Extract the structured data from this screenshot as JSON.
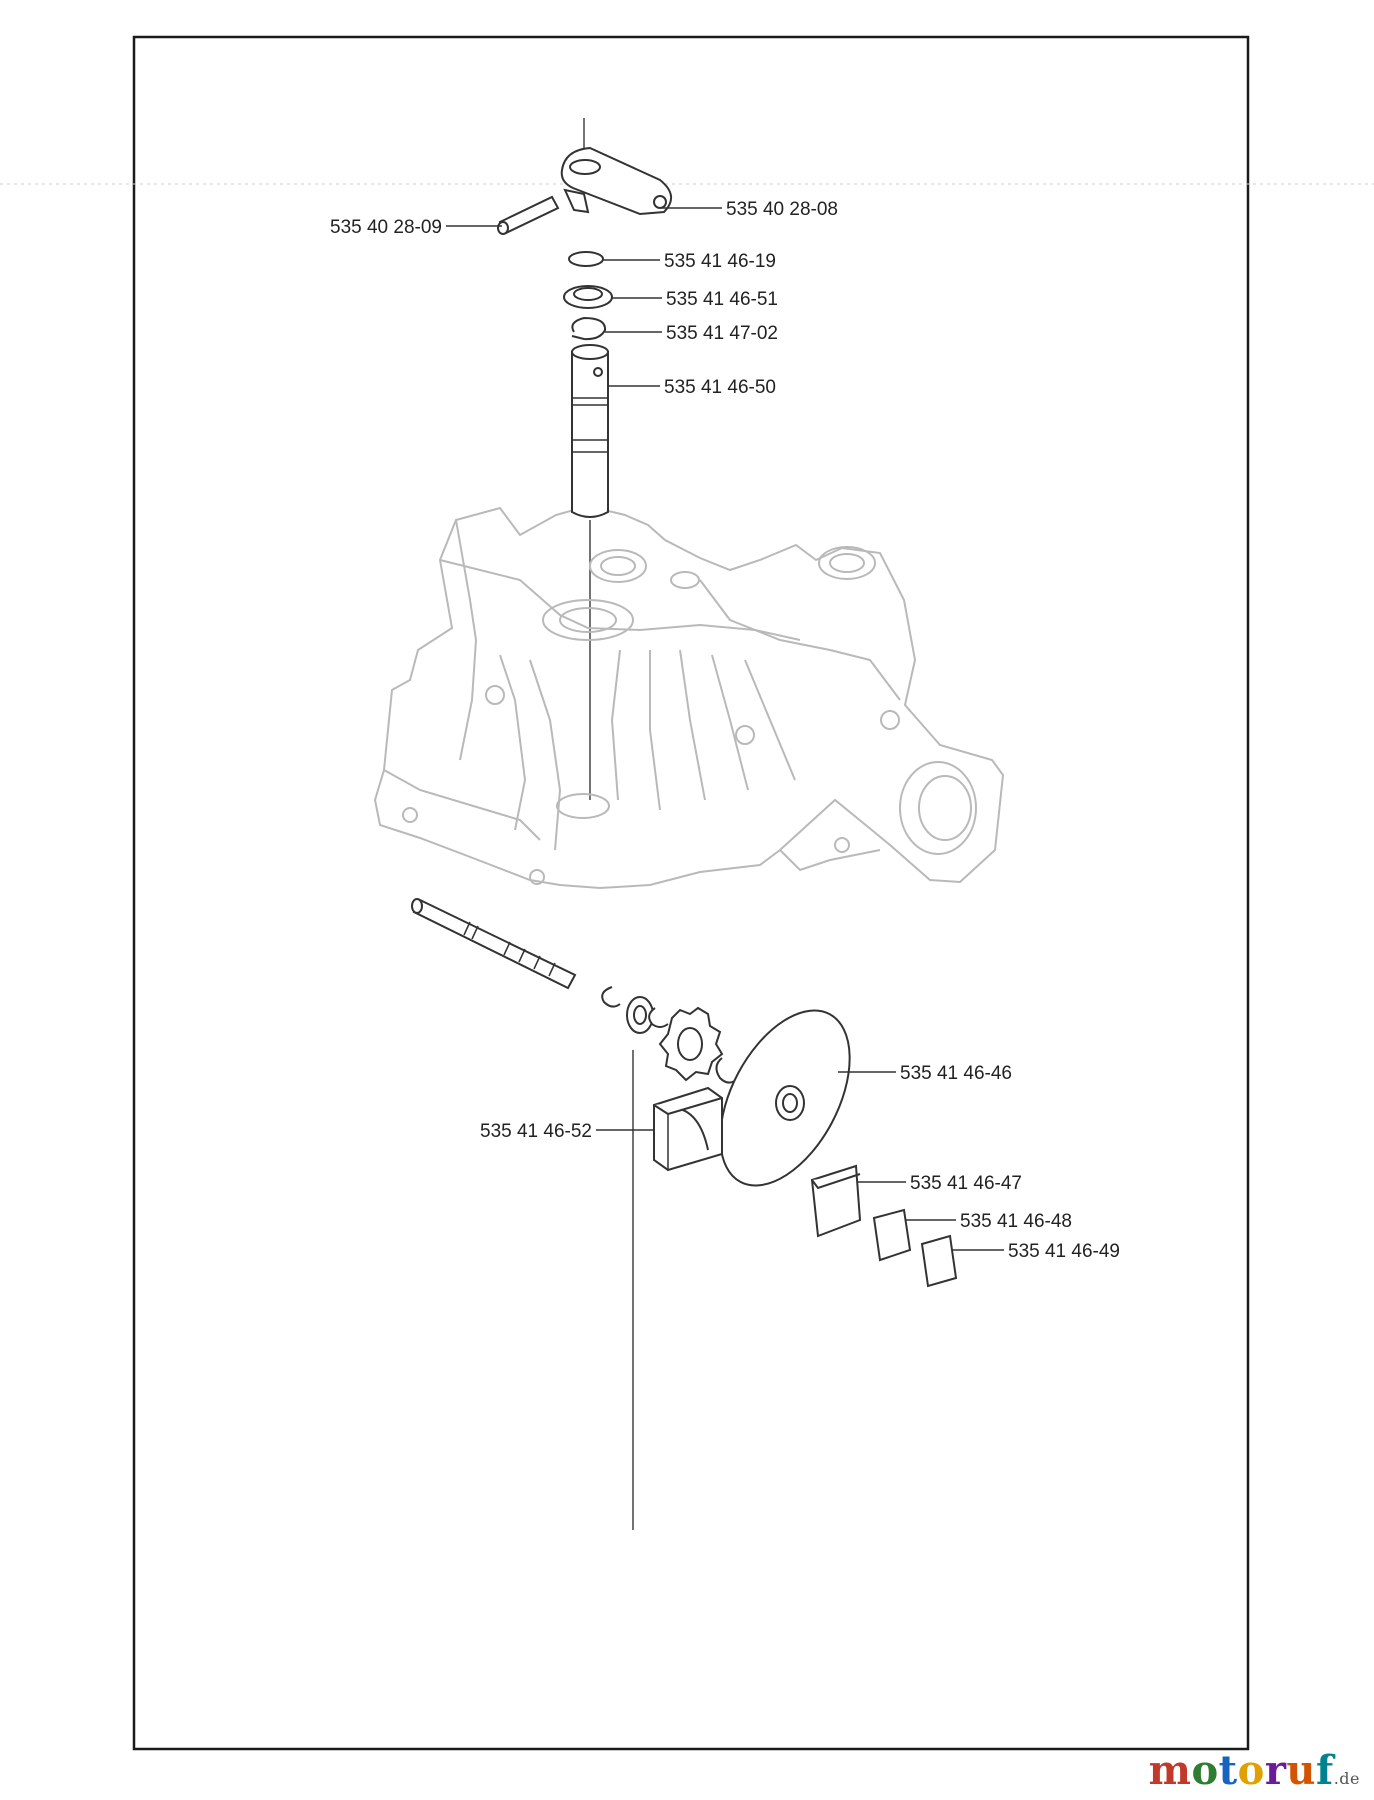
{
  "parts": [
    {
      "id": "shift-arm",
      "label": "535 40 28-08"
    },
    {
      "id": "pin",
      "label": "535 40 28-09"
    },
    {
      "id": "retaining-ring",
      "label": "535 41 46-19"
    },
    {
      "id": "seal",
      "label": "535 41 46-51"
    },
    {
      "id": "snap-ring",
      "label": "535 41 47-02"
    },
    {
      "id": "control-shaft",
      "label": "535 41 46-50"
    },
    {
      "id": "disc",
      "label": "535 41 46-46"
    },
    {
      "id": "brake-puck",
      "label": "535 41 46-52"
    },
    {
      "id": "brake-pad",
      "label": "535 41 46-47"
    },
    {
      "id": "plate",
      "label": "535 41 46-48"
    },
    {
      "id": "shim",
      "label": "535 41 46-49"
    }
  ],
  "watermark": {
    "m1": "m",
    "o1": "o",
    "t": "t",
    "o2": "o",
    "r": "r",
    "u": "u",
    "f": "f",
    "tld": ".de",
    "colors": {
      "m1": "#c0392b",
      "o1": "#2e7d32",
      "t": "#1565c0",
      "o2": "#e0a100",
      "r": "#6a1b9a",
      "u": "#d35400",
      "f": "#00838f"
    }
  }
}
